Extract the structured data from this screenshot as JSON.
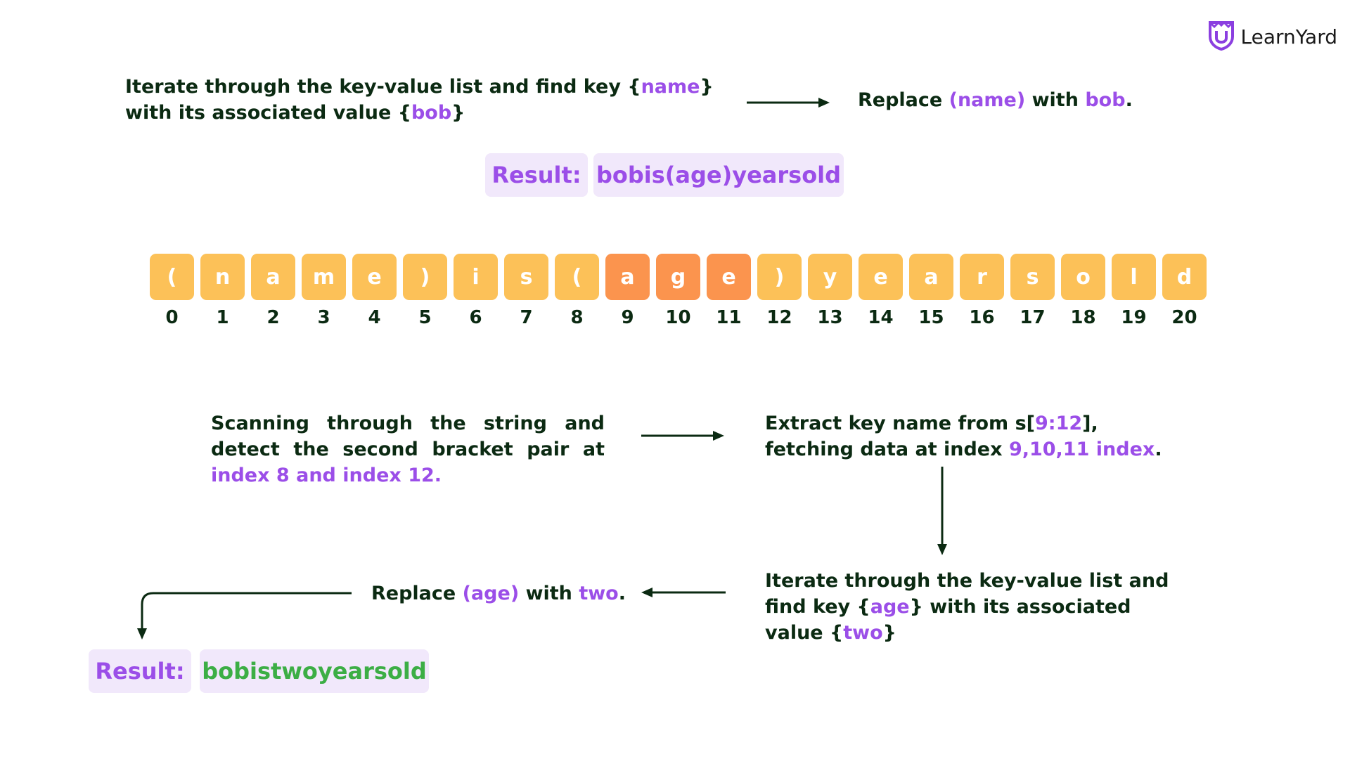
{
  "logo": {
    "icon": "shield-logo-icon",
    "text": "LearnYard"
  },
  "step1": {
    "t1": "Iterate through the key-value list and find key {",
    "t2": "name",
    "t3": "} with its associated value {",
    "t4": "bob",
    "t5": "}"
  },
  "replace1": {
    "t1": "Replace ",
    "t2": "(name)",
    "t3": " with ",
    "t4": "bob",
    "t5": "."
  },
  "result1": {
    "label": "Result:",
    "value": "bobis(age)yearsold"
  },
  "chars": [
    "(",
    "n",
    "a",
    "m",
    "e",
    ")",
    "i",
    "s",
    "(",
    "a",
    "g",
    "e",
    ")",
    "y",
    "e",
    "a",
    "r",
    "s",
    "o",
    "l",
    "d"
  ],
  "indices": [
    "0",
    "1",
    "2",
    "3",
    "4",
    "5",
    "6",
    "7",
    "8",
    "9",
    "10",
    "11",
    "12",
    "13",
    "14",
    "15",
    "16",
    "17",
    "18",
    "19",
    "20"
  ],
  "highlighted_indices": [
    9,
    10,
    11
  ],
  "colors": {
    "cell": "#fcc158",
    "cell_highlight": "#fb944e",
    "accent": "#9b4ee8",
    "result_bg": "#f1e8fb",
    "final_value": "#3cae45"
  },
  "scan": {
    "t1": "Scanning through the string and detect the second bracket pair at ",
    "t2": "index 8 and index 12."
  },
  "extract": {
    "t1": "Extract key name from s[",
    "t2": "9:12",
    "t3": "], fetching data at index ",
    "t4": "9,10,11 index",
    "t5": "."
  },
  "step2": {
    "t1": "Iterate through the key-value list and find key {",
    "t2": "age",
    "t3": "} with its associated value {",
    "t4": "two",
    "t5": "}"
  },
  "replace2": {
    "t1": "Replace ",
    "t2": "(age)",
    "t3": " with ",
    "t4": "two",
    "t5": "."
  },
  "result2": {
    "label": "Result:",
    "value": "bobistwoyearsold"
  }
}
